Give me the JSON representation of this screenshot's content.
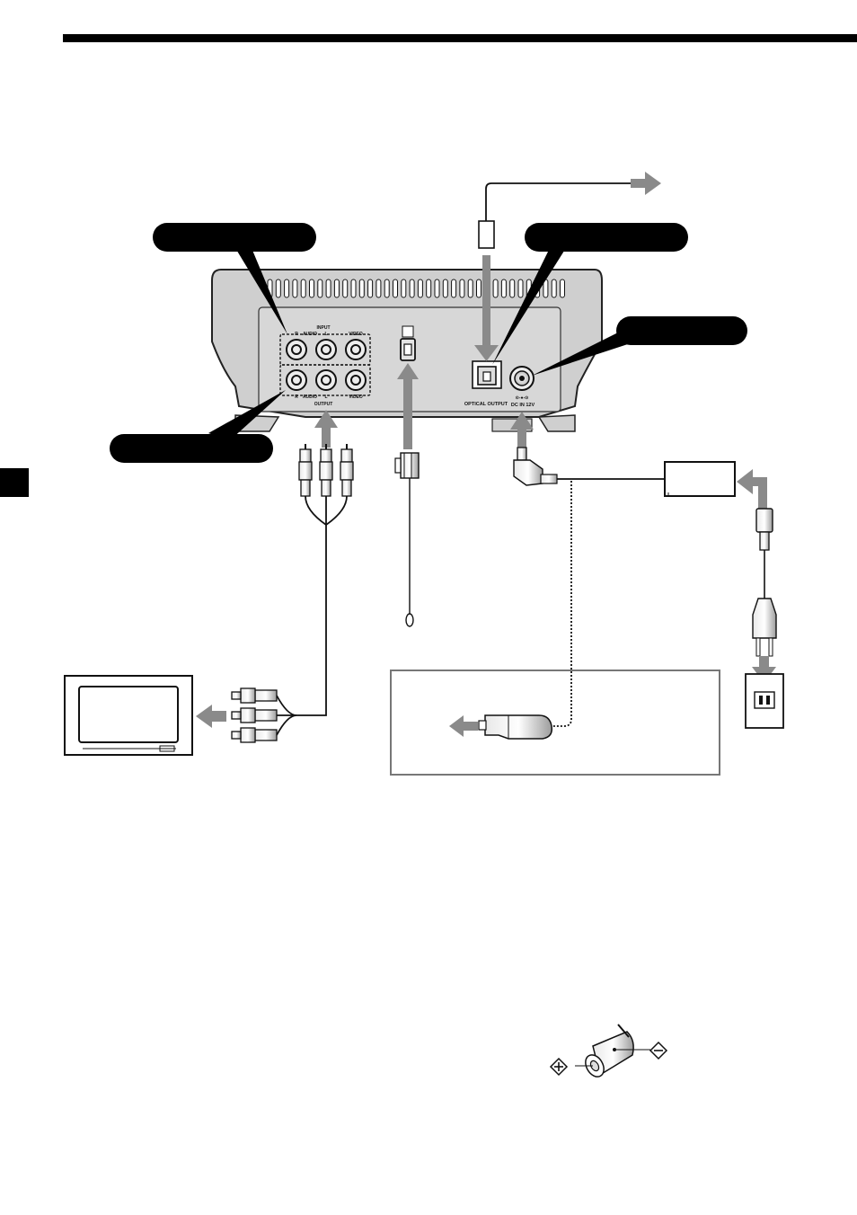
{
  "device_labels": {
    "input_header": "INPUT",
    "input_r": "R",
    "input_audio": "AUDIO",
    "input_l": "L",
    "input_video": "VIDEO",
    "output_footer": "OUTPUT",
    "output_r": "R",
    "output_audio": "AUDIO",
    "output_l": "L",
    "output_video": "VIDEO",
    "optical_output": "OPTICAL OUTPUT",
    "dc_in": "DC IN 12V",
    "dc_polarity": "⊙-●-⊙"
  }
}
